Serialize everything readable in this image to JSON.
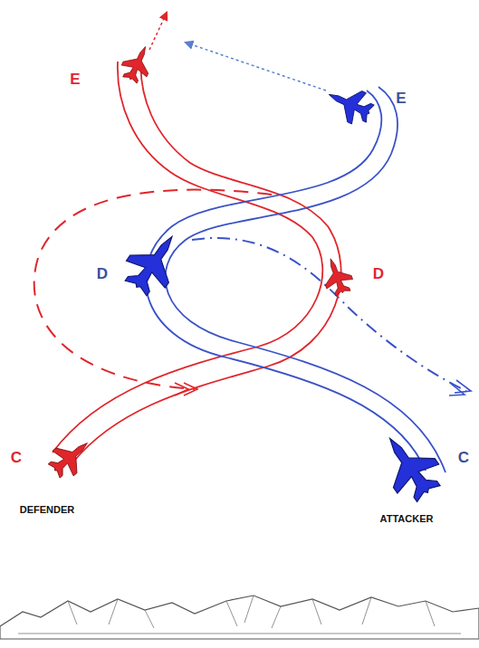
{
  "diagram": {
    "labels": [
      "E",
      "E",
      "D",
      "D",
      "C",
      "C",
      "DEFENDER",
      "ATTACKER"
    ]
  }
}
